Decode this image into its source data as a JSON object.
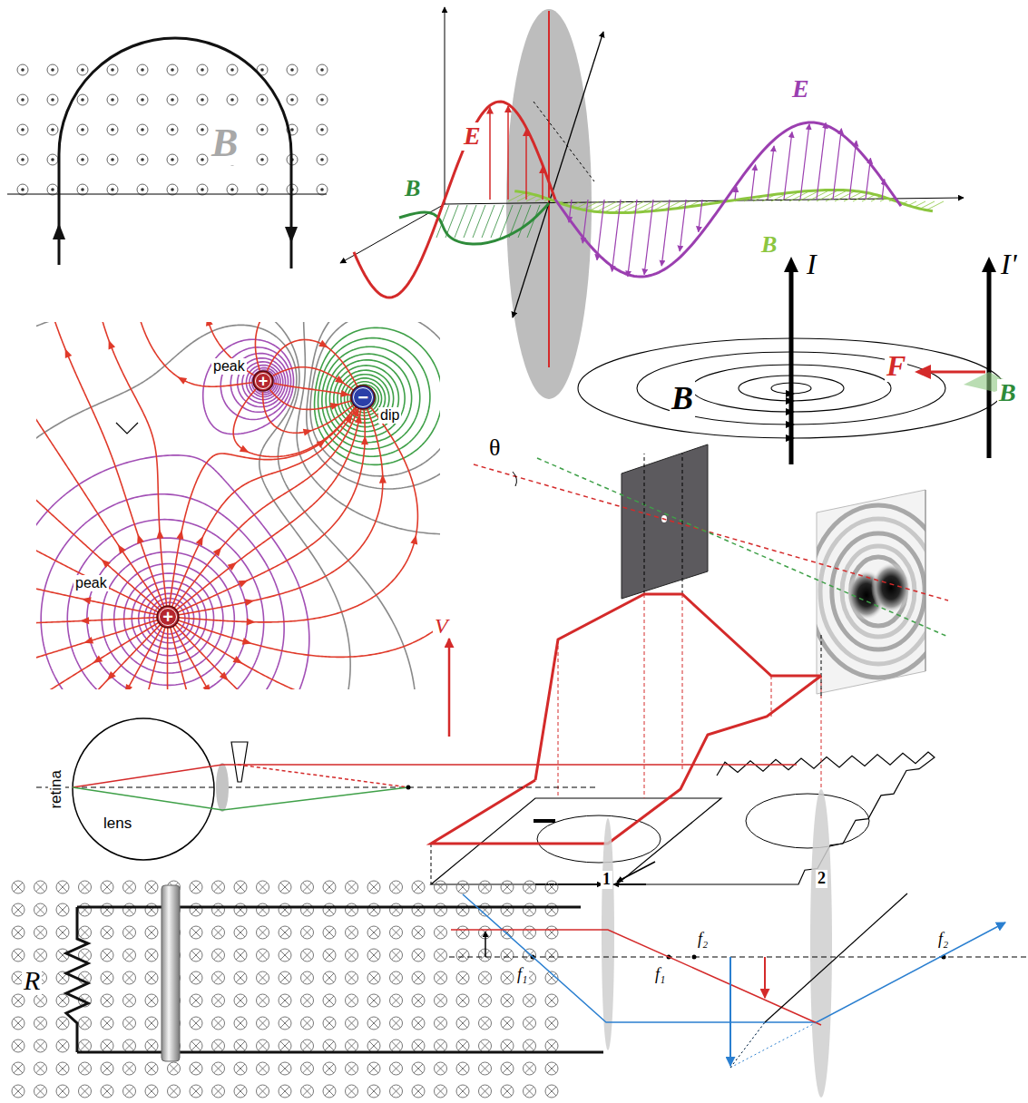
{
  "diagram": {
    "nodes": [
      {
        "text": [
          "+"
        ]
      },
      {
        "text": [
          "−"
        ]
      },
      {
        "text": [
          "+"
        ]
      }
    ],
    "labels": [
      "B",
      "E",
      "B",
      "E",
      "B",
      "I",
      "I'",
      "B",
      "F",
      "B",
      "peak",
      "dip",
      "peak",
      "θ",
      "V",
      "retina",
      "lens",
      "1",
      "2",
      "R",
      "f₁",
      "f₁",
      "f₂",
      "f₂"
    ]
  }
}
